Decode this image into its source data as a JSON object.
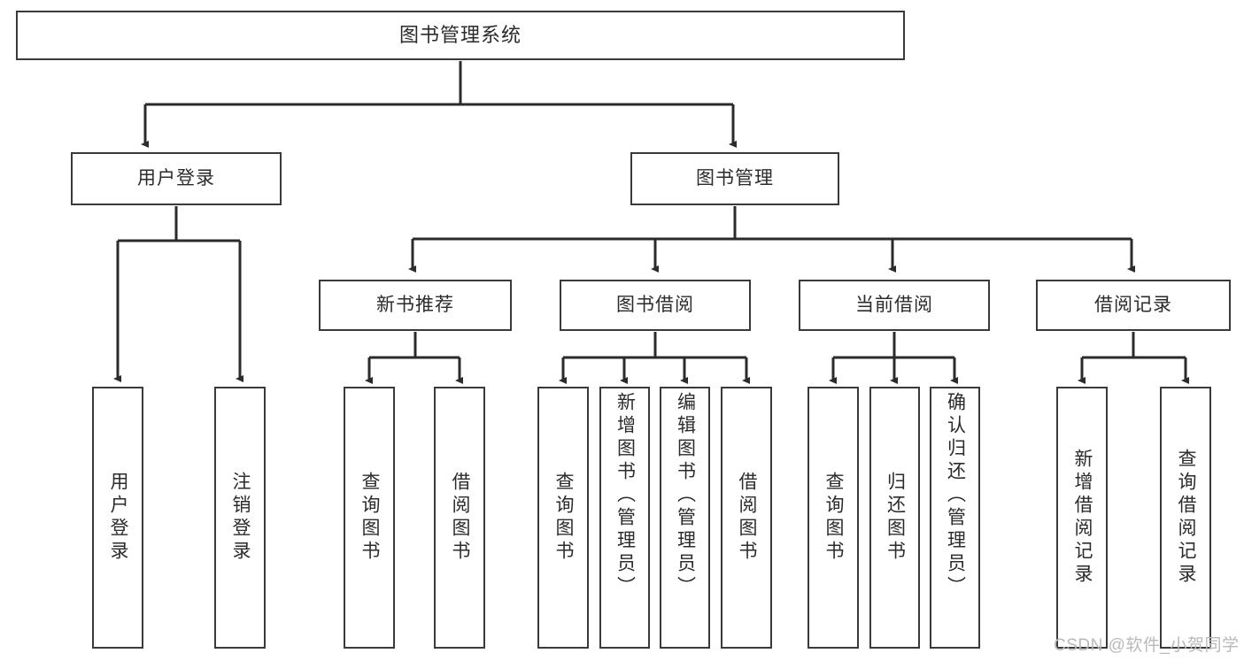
{
  "diagram": {
    "title": "图书管理系统",
    "type": "tree-structure-chart",
    "root": {
      "label": "图书管理系统"
    },
    "level2": [
      {
        "label": "用户登录"
      },
      {
        "label": "图书管理"
      }
    ],
    "level3": [
      {
        "label": "新书推荐"
      },
      {
        "label": "图书借阅"
      },
      {
        "label": "当前借阅"
      },
      {
        "label": "借阅记录"
      }
    ],
    "leaves": {
      "user_login": [
        {
          "label": "用户登录"
        },
        {
          "label": "注销登录"
        }
      ],
      "new_book_recommend": [
        {
          "label": "查询图书"
        },
        {
          "label": "借阅图书"
        }
      ],
      "book_borrow": [
        {
          "label": "查询图书"
        },
        {
          "label": "新增图书（管理员）"
        },
        {
          "label": "编辑图书（管理员）"
        },
        {
          "label": "借阅图书"
        }
      ],
      "current_borrow": [
        {
          "label": "查询图书"
        },
        {
          "label": "归还图书"
        },
        {
          "label": "确认归还（管理员）"
        }
      ],
      "borrow_record": [
        {
          "label": "新增借阅记录"
        },
        {
          "label": "查询借阅记录"
        }
      ]
    }
  },
  "watermark": {
    "text": "CSDN @软件_小贺同学"
  },
  "colors": {
    "stroke": "#3a3a3a",
    "fill": "#ffffff",
    "text": "#2b2b2b",
    "watermark": "#b9b9b9"
  }
}
